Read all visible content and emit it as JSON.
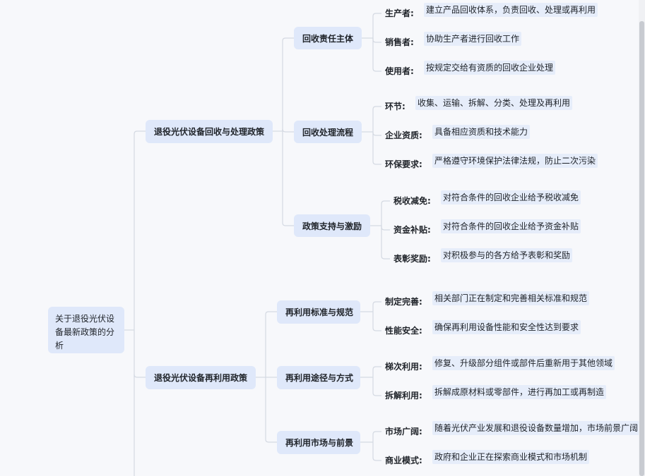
{
  "root": {
    "label": "关于退役光伏设备最新政策的分析"
  },
  "branches": [
    {
      "label": "退役光伏设备回收与处理政策",
      "groups": [
        {
          "label": "回收责任主体",
          "items": [
            {
              "label": "生产者:",
              "desc": "建立产品回收体系，负责回收、处理或再利用"
            },
            {
              "label": "销售者:",
              "desc": "协助生产者进行回收工作"
            },
            {
              "label": "使用者:",
              "desc": "按规定交给有资质的回收企业处理"
            }
          ]
        },
        {
          "label": "回收处理流程",
          "items": [
            {
              "label": "环节:",
              "desc": "收集、运输、拆解、分类、处理及再利用"
            },
            {
              "label": "企业资质:",
              "desc": "具备相应资质和技术能力"
            },
            {
              "label": "环保要求:",
              "desc": "严格遵守环境保护法律法规，防止二次污染"
            }
          ]
        },
        {
          "label": "政策支持与激励",
          "items": [
            {
              "label": "税收减免:",
              "desc": "对符合条件的回收企业给予税收减免"
            },
            {
              "label": "资金补贴:",
              "desc": "对符合条件的回收企业给予资金补贴"
            },
            {
              "label": "表彰奖励:",
              "desc": "对积极参与的各方给予表彰和奖励"
            }
          ]
        }
      ]
    },
    {
      "label": "退役光伏设备再利用政策",
      "groups": [
        {
          "label": "再利用标准与规范",
          "items": [
            {
              "label": "制定完善:",
              "desc": "相关部门正在制定和完善相关标准和规范"
            },
            {
              "label": "性能安全:",
              "desc": "确保再利用设备性能和安全性达到要求"
            }
          ]
        },
        {
          "label": "再利用途径与方式",
          "items": [
            {
              "label": "梯次利用:",
              "desc": "修复、升级部分组件或部件后重新用于其他领域"
            },
            {
              "label": "拆解利用:",
              "desc": "拆解成原材料或零部件，进行再加工或再制造"
            }
          ]
        },
        {
          "label": "再利用市场与前景",
          "items": [
            {
              "label": "市场广阔:",
              "desc": "随着光伏产业发展和退役设备数量增加，市场前景广阔"
            },
            {
              "label": "商业模式:",
              "desc": "政府和企业正在探索商业模式和市场机制"
            }
          ]
        }
      ]
    }
  ]
}
